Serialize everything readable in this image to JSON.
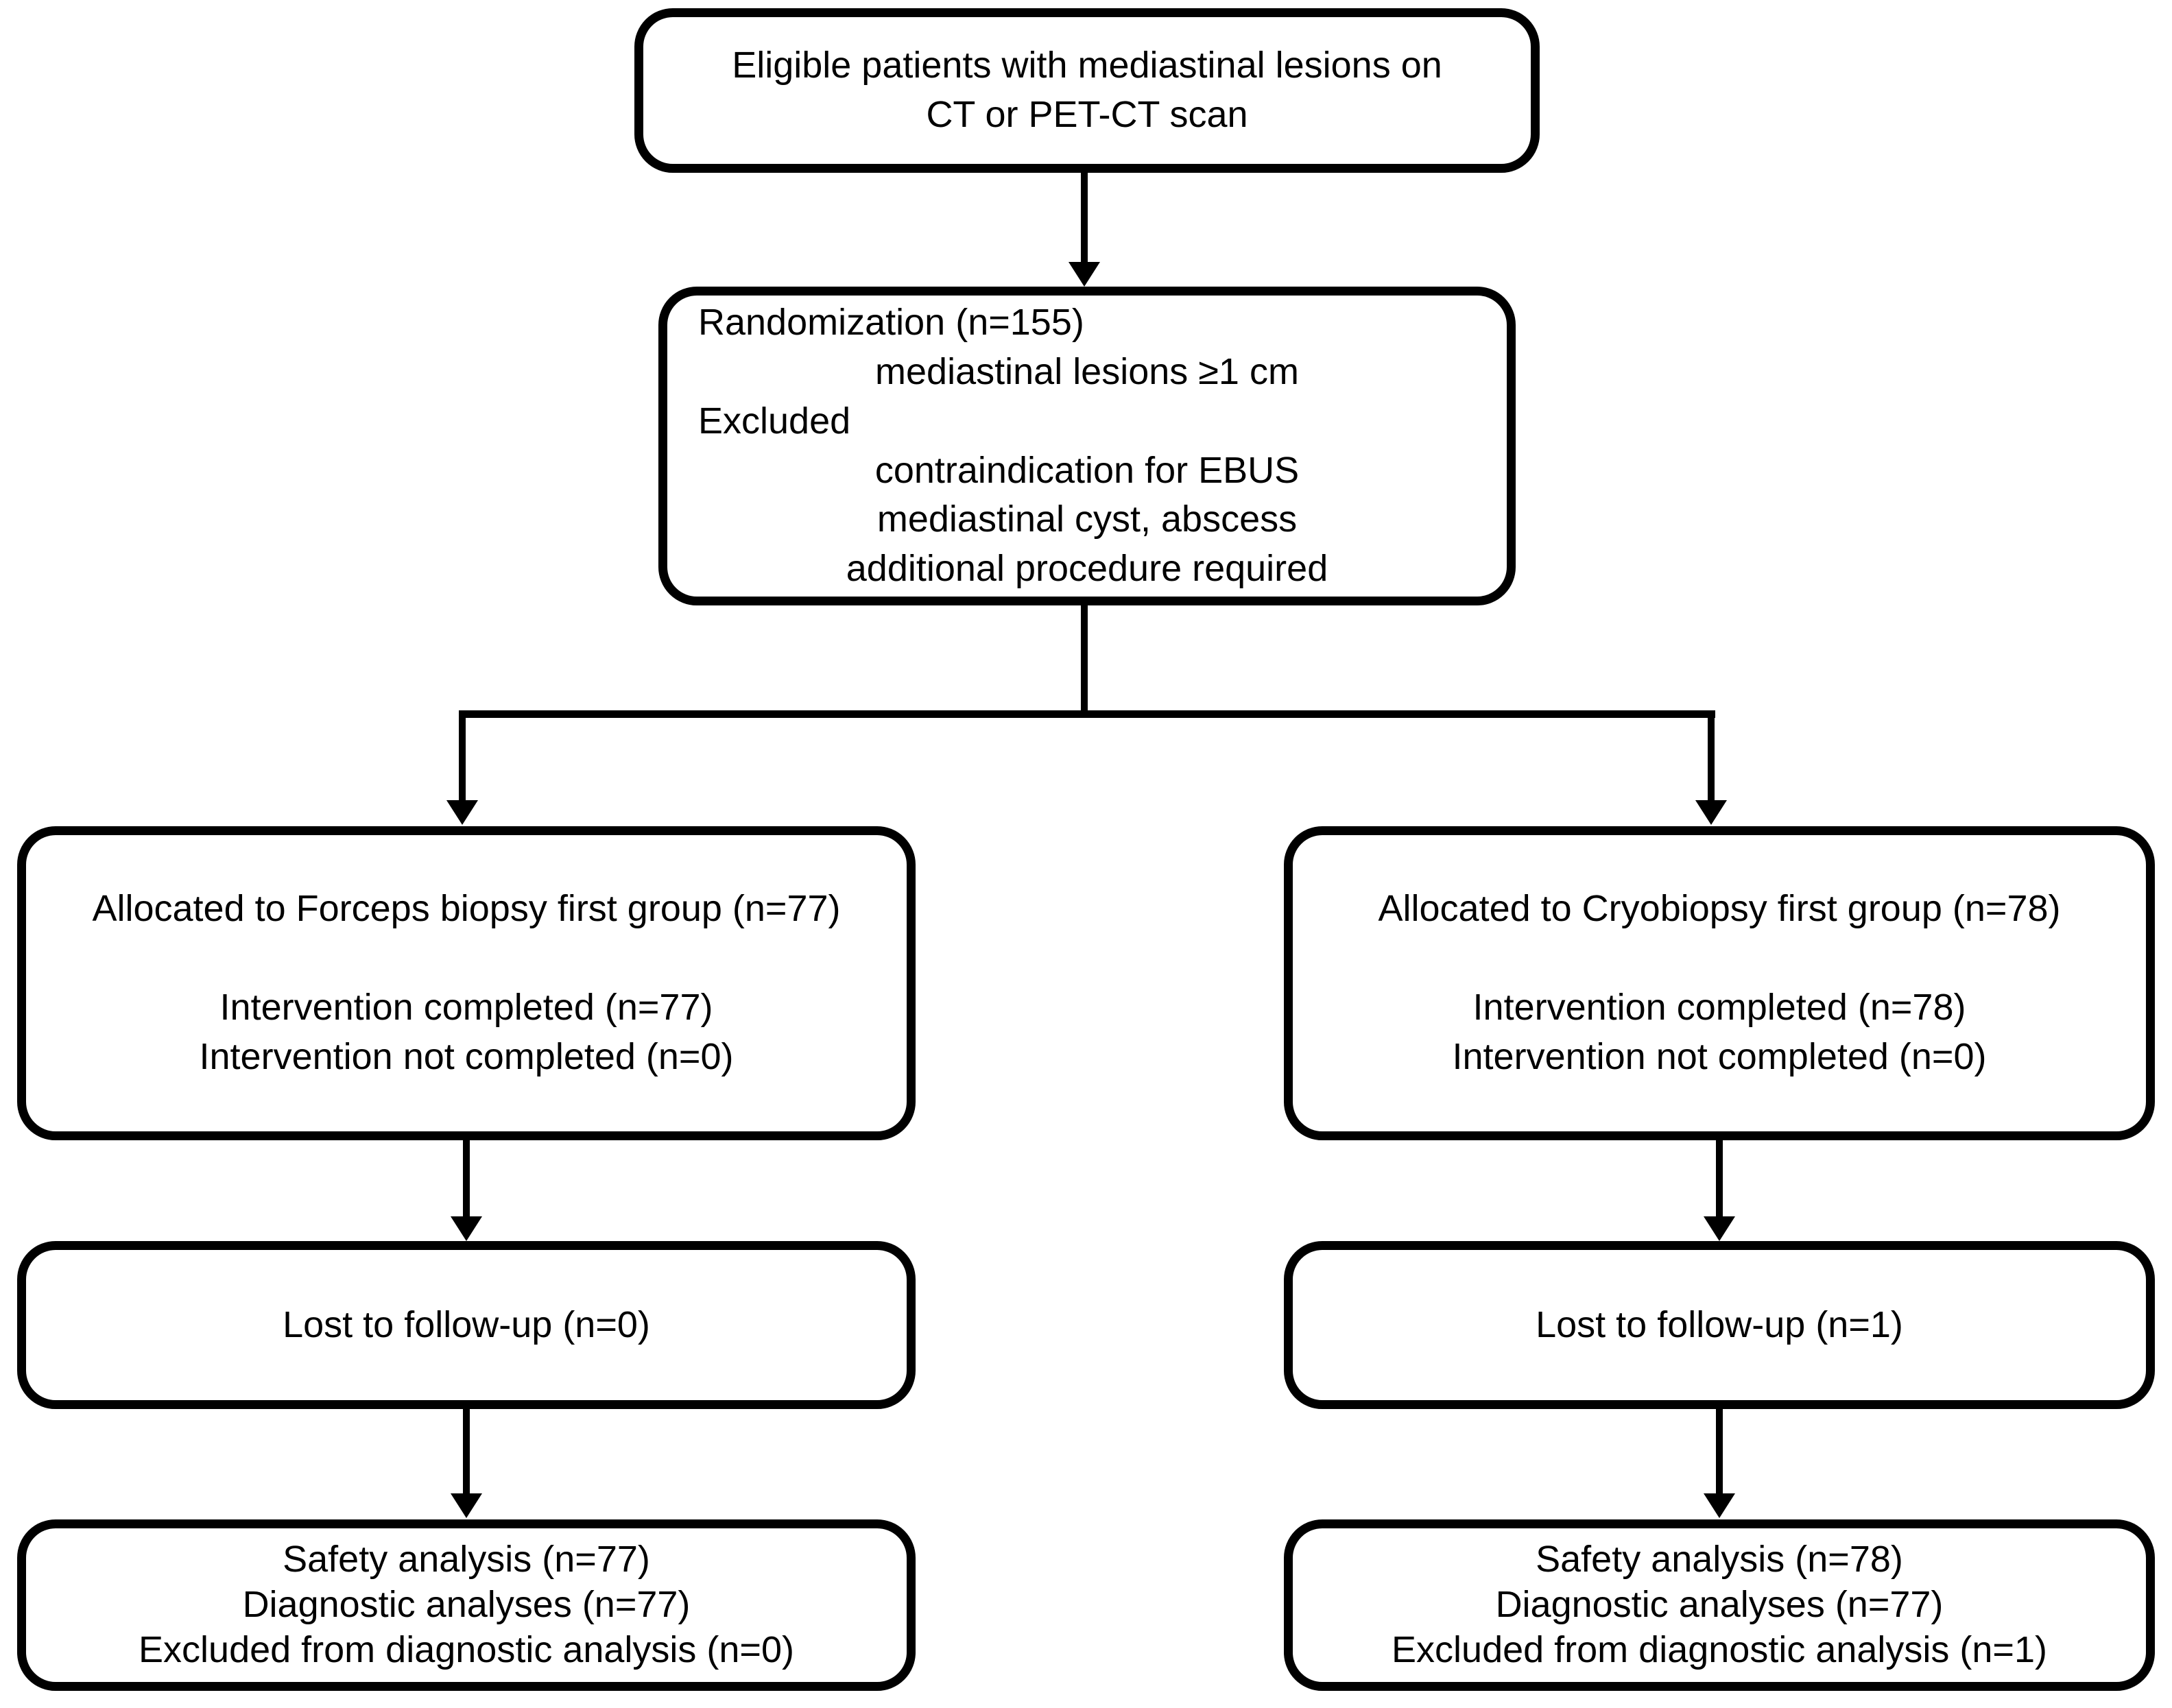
{
  "flow": {
    "colors": {
      "background": "#ffffff",
      "line": "#000000",
      "text": "#000000"
    },
    "eligible": {
      "lines": [
        "Eligible patients with mediastinal lesions on",
        "CT or PET-CT scan"
      ]
    },
    "randomization": {
      "lines": [
        "Randomization (n=155)",
        "mediastinal lesions ≥1 cm",
        "Excluded",
        "contraindication for EBUS",
        "mediastinal cyst, abscess",
        "additional procedure required"
      ]
    },
    "forceps_arm": {
      "allocation": {
        "lines": [
          "Allocated to Forceps biopsy first group (n=77)",
          "",
          "Intervention completed (n=77)",
          "Intervention not completed (n=0)"
        ]
      },
      "followup": {
        "lines": [
          "Lost to follow-up (n=0)"
        ]
      },
      "analysis": {
        "lines": [
          "Safety analysis (n=77)",
          "Diagnostic analyses (n=77)",
          "Excluded from diagnostic analysis (n=0)"
        ]
      }
    },
    "cryo_arm": {
      "allocation": {
        "lines": [
          "Allocated to Cryobiopsy first group (n=78)",
          "",
          "Intervention completed (n=78)",
          "Intervention not completed (n=0)"
        ]
      },
      "followup": {
        "lines": [
          "Lost to follow-up (n=1)"
        ]
      },
      "analysis": {
        "lines": [
          "Safety analysis (n=78)",
          "Diagnostic analyses (n=77)",
          "Excluded from diagnostic analysis (n=1)"
        ]
      }
    }
  }
}
